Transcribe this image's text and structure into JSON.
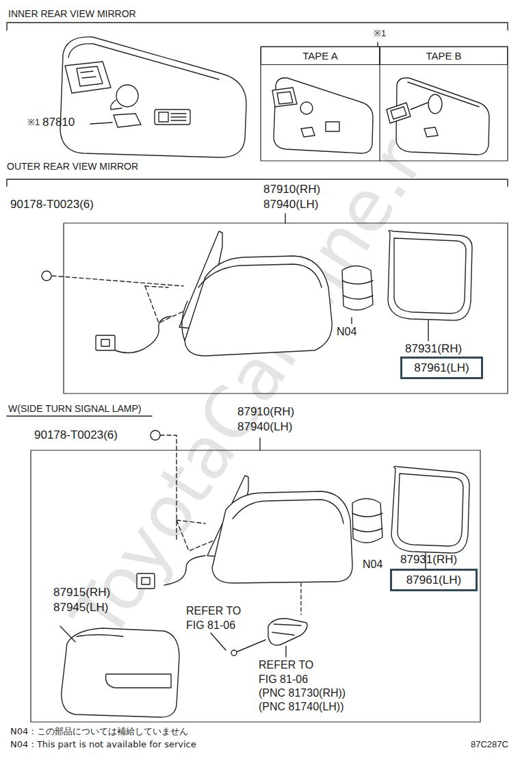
{
  "diagram": {
    "nodes": [
      {
        "text": [
          "TAPE A"
        ]
      },
      {
        "text": [
          "TAPE B"
        ]
      },
      {
        "text": [
          "87961(LH)"
        ]
      },
      {
        "text": [
          "87961(LH)"
        ]
      }
    ],
    "labels": [
      "INNER REAR VIEW MIRROR",
      "※1",
      "87810",
      "※1",
      "OUTER REAR VIEW MIRROR",
      "90178-T0023(6)",
      "87910(RH)",
      "87940(LH)",
      "N04",
      "87931(RH)",
      "W(SIDE TURN SIGNAL LAMP)",
      "90178-T0023(6)",
      "87910(RH)",
      "87940(LH)",
      "87915(RH)",
      "87945(LH)",
      "N04",
      "87931(RH)",
      "REFER TO",
      "FIG 81-06",
      "REFER TO",
      "FIG 81-06",
      "(PNC 81730(RH))",
      "(PNC 81740(LH))",
      "N04 : この部品については補給していません",
      "N04 : This part is not available for service",
      "87C287C",
      "ToyotaCarMine.ru"
    ]
  }
}
